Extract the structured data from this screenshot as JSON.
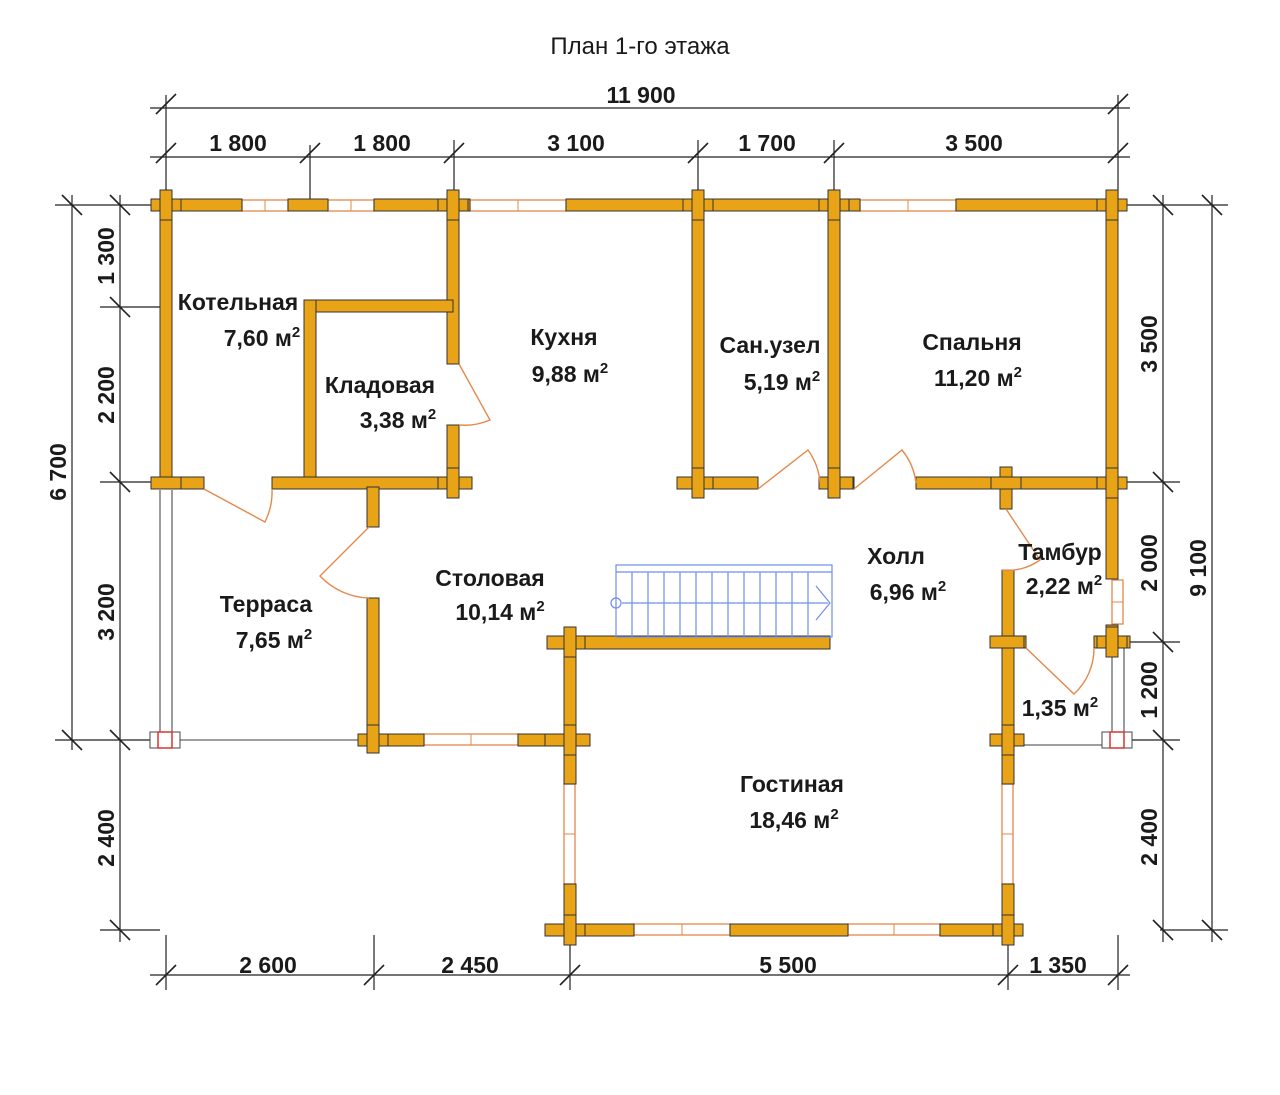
{
  "title": "План 1-го этажа",
  "dimensions": {
    "top_total": "11 900",
    "top": [
      "1 800",
      "1 800",
      "3 100",
      "1 700",
      "3 500"
    ],
    "bottom": [
      "2 600",
      "2 450",
      "5 500",
      "1 350"
    ],
    "left_total": "6 700",
    "left": [
      "1 300",
      "2 200",
      "3 200",
      "2 400"
    ],
    "right_total": "9 100",
    "right": [
      "3 500",
      "2 000",
      "1 200",
      "2 400"
    ]
  },
  "rooms": [
    {
      "name": "Котельная",
      "area": "7,60 м",
      "unit_sup": "2"
    },
    {
      "name": "Кладовая",
      "area": "3,38 м",
      "unit_sup": "2"
    },
    {
      "name": "Кухня",
      "area": "9,88 м",
      "unit_sup": "2"
    },
    {
      "name": "Сан.узел",
      "area": "5,19 м",
      "unit_sup": "2"
    },
    {
      "name": "Спальня",
      "area": "11,20 м",
      "unit_sup": "2"
    },
    {
      "name": "Холл",
      "area": "6,96 м",
      "unit_sup": "2"
    },
    {
      "name": "Тамбур",
      "area": "2,22 м",
      "unit_sup": "2"
    },
    {
      "name": "Столовая",
      "area": "10,14 м",
      "unit_sup": "2"
    },
    {
      "name": "Терраса",
      "area": "7,65 м",
      "unit_sup": "2"
    },
    {
      "name": "",
      "area": "1,35 м",
      "unit_sup": "2"
    },
    {
      "name": "Гостиная",
      "area": "18,46 м",
      "unit_sup": "2"
    }
  ],
  "colors": {
    "wall": "#E9A316",
    "opening": "#E4894A",
    "stair": "#6f8fe8",
    "line": "#222222"
  }
}
